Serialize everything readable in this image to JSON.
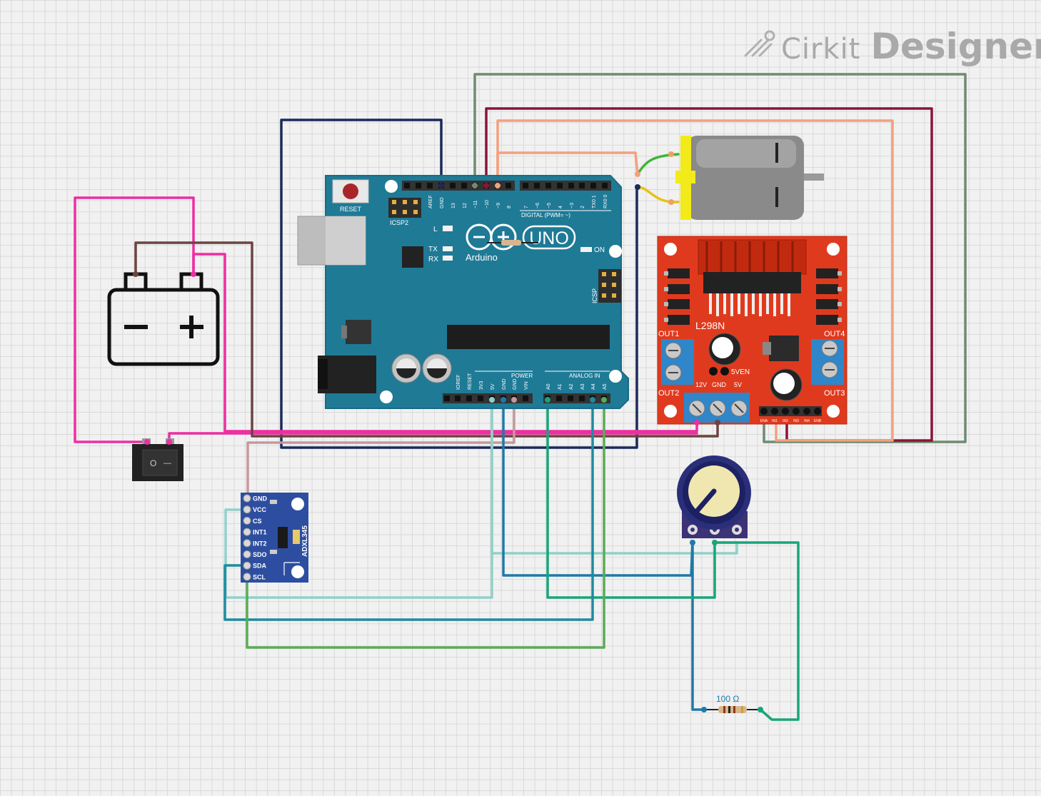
{
  "app": {
    "brand": "Cirkit",
    "product": "Designer"
  },
  "arduino": {
    "board_name": "UNO",
    "maker": "Arduino",
    "reset_label": "RESET",
    "icsp2_label": "ICSP2",
    "icsp_label": "ICSP",
    "digital_label": "DIGITAL (PWM= ~)",
    "power_label": "POWER",
    "analog_label": "ANALOG IN",
    "on_label": "ON",
    "l_label": "L",
    "tx_label": "TX",
    "rx_label": "RX",
    "top_pins": [
      "AREF",
      "GND",
      "13",
      "12",
      "~11",
      "~10",
      "~9",
      "8",
      "7",
      "~6",
      "~5",
      "4",
      "~3",
      "2",
      "TX0 1",
      "RX0 0"
    ],
    "power_pins": [
      "IOREF",
      "RESET",
      "3V3",
      "5V",
      "GND",
      "GND",
      "VIN"
    ],
    "analog_pins": [
      "A0",
      "A1",
      "A2",
      "A3",
      "A4",
      "A5"
    ]
  },
  "driver": {
    "chip_label": "L298N",
    "out1": "OUT1",
    "out2": "OUT2",
    "out3": "OUT3",
    "out4": "OUT4",
    "fiveven": "5VEN",
    "terminal_labels": [
      "12V",
      "GND",
      "5V"
    ],
    "header_small": [
      "ENA",
      "IN1",
      "IN2",
      "IN3",
      "IN4",
      "ENB"
    ]
  },
  "accelerometer": {
    "chip_label": "ADXL345",
    "pins": [
      "GND",
      "VCC",
      "CS",
      "INT1",
      "INT2",
      "SDO",
      "SDA",
      "SCL"
    ]
  },
  "resistor": {
    "label": "100 Ω"
  },
  "battery": {
    "minus": "−",
    "plus": "+"
  },
  "switch": {
    "off_symbol": "O",
    "on_symbol": "—"
  },
  "colors": {
    "board_teal": "#1f7a96",
    "driver_red": "#e03a1e",
    "wire_navy": "#1b2a5a",
    "wire_sage": "#6f8b72",
    "wire_maroon": "#8a1538",
    "wire_salmon": "#f4a07f",
    "wire_pink": "#ee2ea2",
    "wire_brown": "#6b4440",
    "wire_mauve": "#c7979c",
    "wire_lightteal": "#8fd1c9",
    "wire_blue": "#1f79a8",
    "wire_green": "#18a57b",
    "wire_lime": "#5bab55"
  }
}
